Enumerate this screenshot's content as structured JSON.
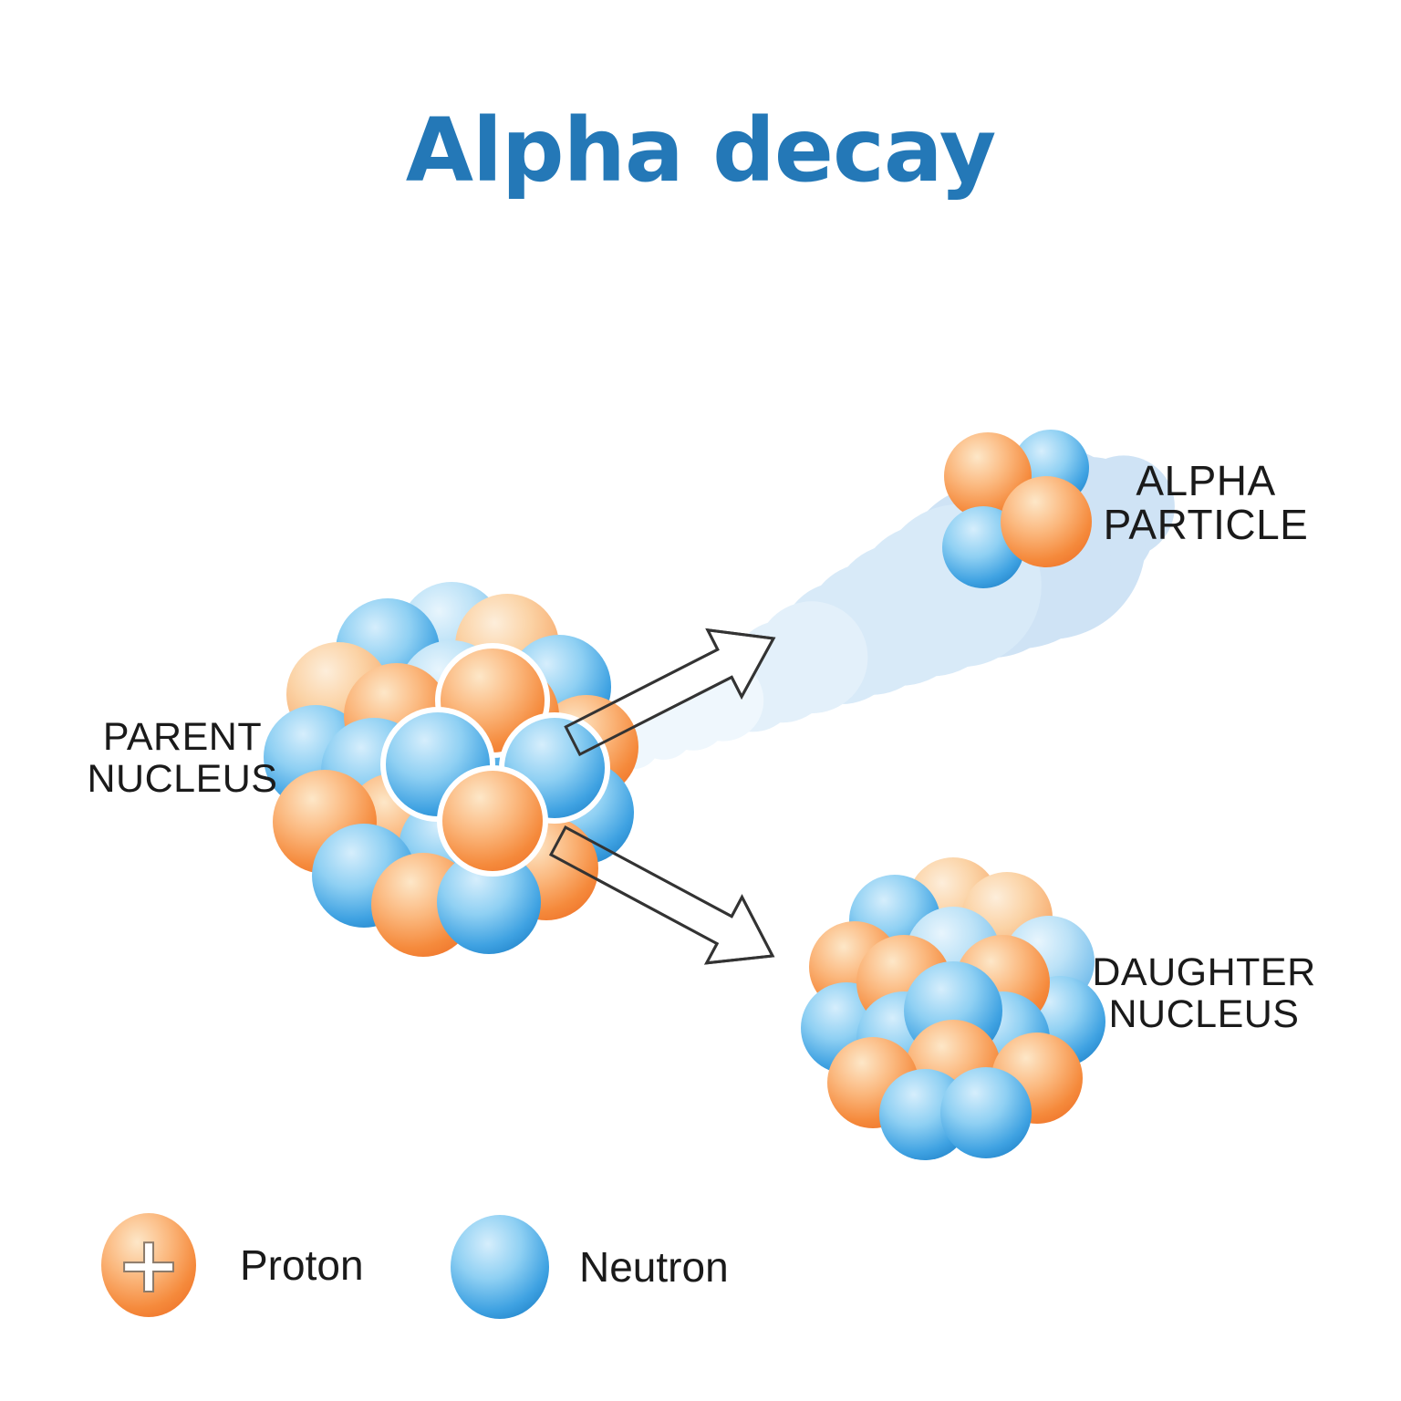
{
  "title": "Alpha decay",
  "labels": {
    "alpha_particle": {
      "line1": "ALPHA",
      "line2": "PARTICLE"
    },
    "parent_nucleus": {
      "line1": "PARENT",
      "line2": "NUCLEUS"
    },
    "daughter_nucleus": {
      "line1": "DAUGHTER",
      "line2": "NUCLEUS"
    }
  },
  "legend": {
    "proton_label": "Proton",
    "neutron_label": "Neutron",
    "proton_symbol": "+"
  },
  "colors": {
    "background": "#ffffff",
    "title": "#2478b7",
    "label_text": "#1a1a1a",
    "proton_main": "#f58a3c",
    "neutron_main": "#2f9ce0",
    "proton_stops": [
      "#fde7c8",
      "#fbb87e",
      "#f58a3c",
      "#ee7027"
    ],
    "proton_light_stops": [
      "#fdeedb",
      "#fbd3a6",
      "#f8b277",
      "#f49c55"
    ],
    "neutron_stops": [
      "#d6eefc",
      "#8fd0f3",
      "#3fa2e2",
      "#1d7fc6"
    ],
    "neutron_light_stops": [
      "#e8f5fd",
      "#bce2f7",
      "#85c6ee",
      "#5fb0e6"
    ],
    "trail_stops": [
      "#eff7fd",
      "#e3f0fa",
      "#d8eaf8",
      "#cfe3f5"
    ],
    "arrow_fill": "#ffffff",
    "arrow_stroke": "#333333",
    "cluster_outline": "#ffffff",
    "plus_outline": "#8c7b6b"
  }
}
